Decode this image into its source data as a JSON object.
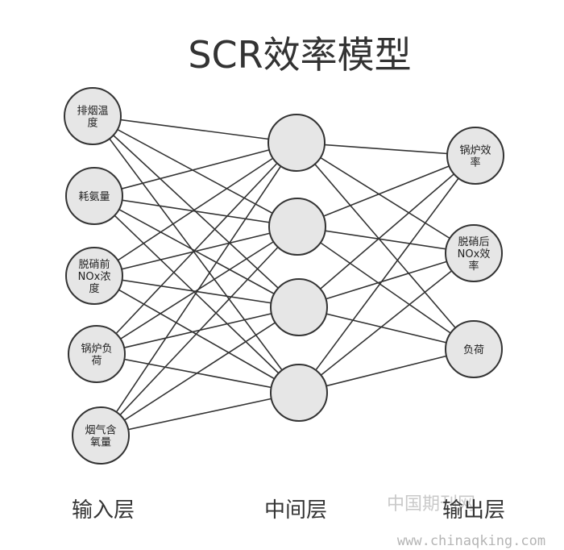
{
  "title": "SCR效率模型",
  "layers": {
    "input": {
      "label": "输入层",
      "nodes": [
        {
          "lines": [
            "排烟温",
            "度"
          ]
        },
        {
          "lines": [
            "耗氨量"
          ]
        },
        {
          "lines": [
            "脱硝前",
            "NOx浓",
            "度"
          ]
        },
        {
          "lines": [
            "锅炉负",
            "荷"
          ]
        },
        {
          "lines": [
            "烟气含",
            "氧量"
          ]
        }
      ]
    },
    "hidden": {
      "label": "中间层",
      "nodes": [
        {
          "lines": []
        },
        {
          "lines": []
        },
        {
          "lines": []
        },
        {
          "lines": []
        }
      ]
    },
    "output": {
      "label": "输出层",
      "nodes": [
        {
          "lines": [
            "锅炉效",
            "率"
          ]
        },
        {
          "lines": [
            "脱硝后",
            "NOx效",
            "率"
          ]
        },
        {
          "lines": [
            "负荷"
          ]
        }
      ]
    }
  },
  "watermark": {
    "text": "中国期刊网",
    "url": "www.chinaqking.com"
  },
  "colors": {
    "node_fill": "#e6e6e6",
    "stroke": "#333333",
    "text": "#333333"
  }
}
